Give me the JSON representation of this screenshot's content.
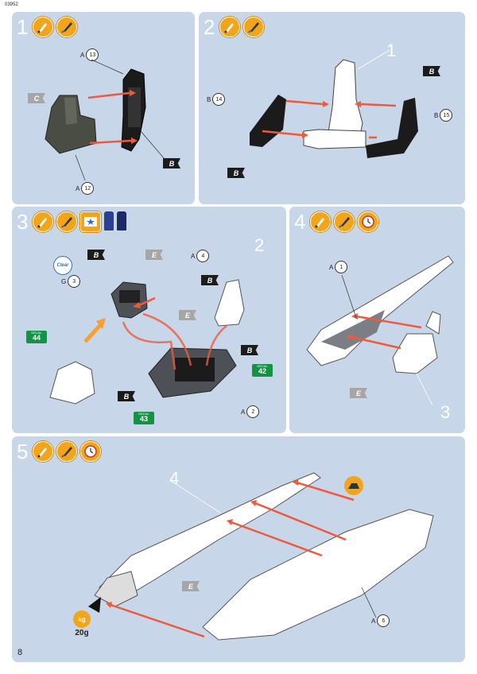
{
  "doc_code": "03952",
  "page_number": "8",
  "colors": {
    "panel": "#c7d6e8",
    "arrow": "#f05a3c",
    "icon": "#f2a51b",
    "decal": "#169247"
  },
  "steps": [
    {
      "number": "1",
      "icons": [
        "glue-icon",
        "paint-brush-icon"
      ],
      "callouts": [
        {
          "letter": "A",
          "part": "13"
        },
        {
          "letter": "A",
          "part": "12"
        }
      ],
      "flags": [
        "C",
        "B"
      ]
    },
    {
      "number": "2",
      "icons": [
        "glue-icon",
        "paint-brush-icon"
      ],
      "callouts": [
        {
          "letter": "B",
          "part": "14"
        },
        {
          "letter": "B",
          "part": "15"
        }
      ],
      "flags": [
        "B",
        "B"
      ],
      "assembly_ref": "1"
    },
    {
      "number": "3",
      "icons": [
        "glue-icon",
        "paint-brush-icon",
        "decal-sheet-icon",
        "decal-fix-bottle-icon",
        "decal-soft-bottle-icon"
      ],
      "callouts": [
        {
          "letter": "A",
          "part": "4"
        },
        {
          "letter": "G",
          "part": "3"
        },
        {
          "letter": "A",
          "part": "2"
        }
      ],
      "flags": [
        "B",
        "E",
        "B",
        "E",
        "B",
        "B"
      ],
      "clear_label": "Clear",
      "assembly_ref": "2",
      "decals": [
        {
          "label": "DECAL",
          "number": "44"
        },
        {
          "label": "DECAL",
          "number": "42"
        },
        {
          "label": "DECAL",
          "number": "43"
        }
      ]
    },
    {
      "number": "4",
      "icons": [
        "glue-icon",
        "paint-brush-icon",
        "drying-time-icon"
      ],
      "callouts": [
        {
          "letter": "A",
          "part": "1"
        }
      ],
      "flags": [
        "E"
      ],
      "assembly_ref": "3"
    },
    {
      "number": "5",
      "icons": [
        "glue-icon",
        "paint-brush-icon",
        "drying-time-icon"
      ],
      "callouts": [
        {
          "letter": "A",
          "part": "6"
        }
      ],
      "flags": [
        "E"
      ],
      "assembly_ref": "4",
      "weight": {
        "unit_label": "kg",
        "amount": "20g"
      }
    }
  ]
}
